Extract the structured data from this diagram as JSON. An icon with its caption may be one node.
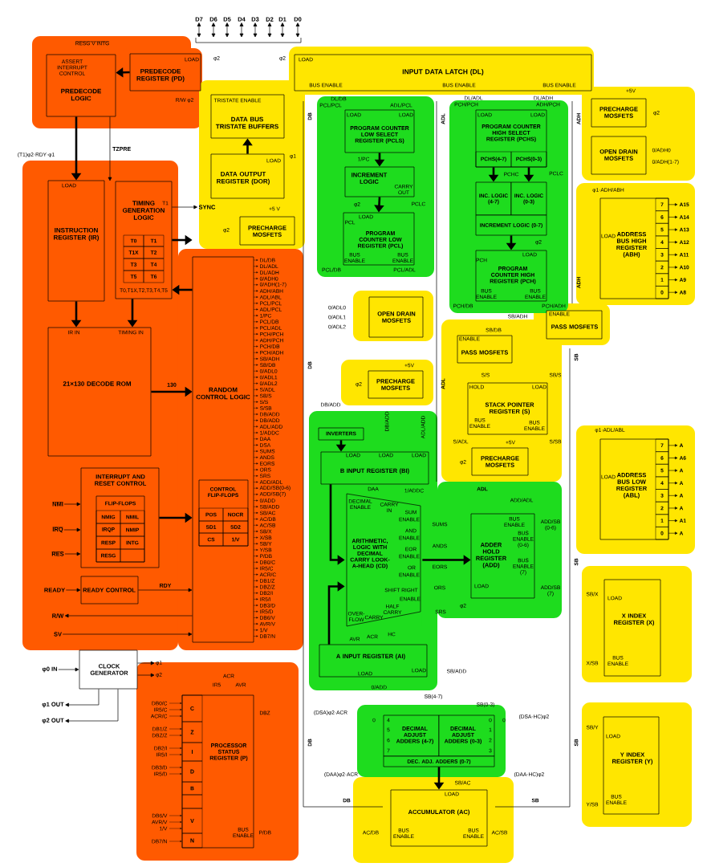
{
  "diagram": {
    "nodes": [
      {
        "text": [
          "ASSERT INTERRUPT CONTROL",
          "PREDECODE LOGIC"
        ]
      },
      {
        "text": [
          "LOAD",
          "PREDECODE REGISTER (PD)"
        ]
      },
      {
        "text": [
          "LOAD",
          "INPUT DATA LATCH (DL)",
          "BUS ENABLE",
          "BUS ENABLE",
          "BUS ENABLE"
        ]
      },
      {
        "text": [
          "TRISTATE ENABLE",
          "DATA BUS TRISTATE BUFFERS"
        ]
      },
      {
        "text": [
          "LOAD",
          "DATA OUTPUT REGISTER (DOR)"
        ]
      },
      {
        "text": [
          "PRECHARGE MOSFETS"
        ]
      },
      {
        "text": [
          "LOAD",
          "INSTRUCTION REGISTER (IR)"
        ]
      },
      {
        "text": [
          "TIMING GENERATION LOGIC",
          "T0",
          "T1",
          "T1X",
          "T2",
          "T3",
          "T4",
          "T5",
          "T6"
        ]
      },
      {
        "text": [
          "IR IN",
          "TIMING IN",
          "21×130 DECODE ROM"
        ]
      },
      {
        "text": [
          "RANDOM CONTROL LOGIC"
        ]
      },
      {
        "text": [
          "CONTROL FLIP-FLOPS",
          "POS",
          "NOCR",
          "SD1",
          "SD2",
          "CS",
          "1/V"
        ],
        "in": 9
      },
      {
        "text": [
          "INTERRUPT AND RESET CONTROL"
        ]
      },
      {
        "text": [
          "FLIP-FLOPS",
          "NMIG",
          "NMIL",
          "IRQP",
          "NMIP",
          "RESP",
          "INTG",
          "RESG"
        ],
        "in": 11
      },
      {
        "text": [
          "READY CONTROL"
        ]
      },
      {
        "text": [
          "CLOCK GENERATOR"
        ]
      },
      {
        "text": [
          "PROCESSOR STATUS REGISTER (P)",
          "C",
          "Z",
          "I",
          "D",
          "B",
          "V",
          "N",
          "BUS ENABLE"
        ]
      },
      {
        "text": [
          "LOAD",
          "LOAD",
          "PROGRAM COUNTER LOW SELECT REGISTER (PCLS)"
        ]
      },
      {
        "text": [
          "INCREMENT LOGIC",
          "CARRY OUT"
        ]
      },
      {
        "text": [
          "LOAD",
          "PCL",
          "PROGRAM COUNTER LOW REGISTER (PCL)",
          "BUS ENABLE",
          "BUS ENABLE"
        ]
      },
      {
        "text": [
          "LOAD",
          "LOAD",
          "PROGRAM COUNTER HIGH SELECT REGISTER (PCHS)",
          "PCHS(4-7)",
          "PCHS(0-3)"
        ]
      },
      {
        "text": [
          "INC. LOGIC (4-7)"
        ]
      },
      {
        "text": [
          "INC. LOGIC (0-3)"
        ]
      },
      {
        "text": [
          "INCREMENT LOGIC (0-7)"
        ]
      },
      {
        "text": [
          "LOAD",
          "PCH",
          "PROGRAM COUNTER HIGH REGISTER (PCH)",
          "BUS ENABLE",
          "BUS ENABLE"
        ]
      },
      {
        "text": [
          "PRECHARGE MOSFETS"
        ]
      },
      {
        "text": [
          "OPEN DRAIN MOSFETS"
        ]
      },
      {
        "text": [
          "LOAD",
          "ADDRESS BUS HIGH REGISTER (ABH)",
          "7",
          "6",
          "5",
          "4",
          "3",
          "2",
          "1",
          "0"
        ]
      },
      {
        "text": [
          "OPEN DRAIN MOSFETS"
        ]
      },
      {
        "text": [
          "ENABLE",
          "PASS MOSFETS"
        ]
      },
      {
        "text": [
          "ENABLE",
          "PASS MOSFETS"
        ]
      },
      {
        "text": [
          "PRECHARGE MOSFETS"
        ]
      },
      {
        "text": [
          "HOLD",
          "LOAD",
          "STACK POINTER REGISTER (S)",
          "BUS ENABLE",
          "BUS ENABLE"
        ]
      },
      {
        "text": [
          "INVERTERS"
        ]
      },
      {
        "text": [
          "LOAD",
          "LOAD",
          "LOAD",
          "B INPUT REGISTER (BI)"
        ]
      },
      {
        "text": [
          "DECIMAL ENABLE",
          "CARRY IN",
          "ARITHMETIC, LOGIC WITH DECIMAL CARRY LOOK-A-HEAD (CD)",
          "SUM",
          "ENABLE",
          "AND",
          "ENABLE",
          "EOR",
          "ENABLE",
          "OR",
          "ENABLE",
          "SHIFT RIGHT",
          "ENABLE",
          "OVER-FLOW",
          "CARRY",
          "HALF CARRY"
        ]
      },
      {
        "text": [
          "PRECHARGE MOSFETS"
        ]
      },
      {
        "text": [
          "LOAD",
          "ADDRESS BUS LOW REGISTER (ABL)",
          "7",
          "6",
          "5",
          "4",
          "3",
          "2",
          "1",
          "0"
        ]
      },
      {
        "text": [
          "BUS ENABLE",
          "ADDER HOLD REGISTER (ADD)",
          "BUS ENABLE (0-6)",
          "BUS ENABLE (7)",
          "LOAD"
        ]
      },
      {
        "text": [
          "A INPUT REGISTER (AI)",
          "LOAD",
          "LOAD"
        ]
      },
      {
        "text": [
          "LOAD",
          "X INDEX REGISTER (X)",
          "BUS ENABLE"
        ]
      },
      {
        "text": [
          "4",
          "5",
          "6",
          "7",
          "DECIMAL ADJUST ADDERS (4-7)"
        ]
      },
      {
        "text": [
          "DECIMAL ADJUST ADDERS (0-3)",
          "0",
          "1",
          "2",
          "3"
        ]
      },
      {
        "text": [
          "DEC. ADJ. ADDERS (0-7)"
        ]
      },
      {
        "text": [
          "LOAD",
          "Y INDEX REGISTER (Y)",
          "BUS ENABLE"
        ]
      },
      {
        "text": [
          "LOAD",
          "ACCUMULATOR (AC)",
          "BUS ENABLE",
          "BUS ENABLE"
        ]
      },
      {
        "text": [
          "NMI"
        ]
      },
      {
        "text": [
          "IRQ"
        ]
      },
      {
        "text": [
          "RES"
        ]
      },
      {
        "text": [
          "READY"
        ]
      },
      {
        "text": [
          "R/W"
        ]
      },
      {
        "text": [
          "SV"
        ]
      },
      {
        "text": [
          "φ0 IN"
        ]
      },
      {
        "text": [
          "φ1 OUT"
        ]
      },
      {
        "text": [
          "φ2 OUT"
        ]
      },
      {
        "text": [
          "SYNC"
        ]
      },
      {
        "text": [
          "D7"
        ]
      },
      {
        "text": [
          "D6"
        ]
      },
      {
        "text": [
          "D5"
        ]
      },
      {
        "text": [
          "D4"
        ]
      },
      {
        "text": [
          "D3"
        ]
      },
      {
        "text": [
          "D2"
        ]
      },
      {
        "text": [
          "D1"
        ]
      },
      {
        "text": [
          "D0"
        ]
      },
      {
        "text": [
          "φ1"
        ]
      },
      {
        "text": [
          "φ2"
        ]
      },
      {
        "text": [],
        "shape": "bar"
      }
    ],
    "edges": [
      {
        "from": 1,
        "to": 0,
        "arrow": "to",
        "style": "thick"
      },
      {
        "from": 0,
        "to": 6,
        "arrow": "to",
        "style": "thick"
      },
      {
        "from": 0,
        "to": 7,
        "arrow": "to",
        "label": "TZPRE"
      },
      {
        "from": 6,
        "to": 8,
        "arrow": "to",
        "style": "thick"
      },
      {
        "from": 7,
        "to": 8,
        "arrow": "to",
        "style": "thick"
      },
      {
        "from": 7,
        "to": 9,
        "arrow": "to",
        "style": "thick"
      },
      {
        "from": 9,
        "to": 7,
        "arrow": "to",
        "style": "thick"
      },
      {
        "from": 8,
        "to": 9,
        "arrow": "to",
        "style": "thick",
        "label": "130"
      },
      {
        "from": 11,
        "to": 9,
        "arrow": "to",
        "style": "thick"
      },
      {
        "from": 13,
        "to": 9,
        "arrow": "to",
        "label": "RDY"
      },
      {
        "from": 4,
        "to": 3,
        "arrow": "to",
        "style": "thick"
      },
      {
        "from": 16,
        "to": 17,
        "arrow": "to",
        "style": "thick"
      },
      {
        "from": 17,
        "to": 18,
        "arrow": "to",
        "style": "thick"
      },
      {
        "from": 19,
        "to": 20,
        "arrow": "to",
        "style": "thick"
      },
      {
        "from": 19,
        "to": 21,
        "arrow": "to",
        "style": "thick"
      },
      {
        "from": 22,
        "to": 23,
        "arrow": "to",
        "style": "thick"
      },
      {
        "from": 32,
        "to": 33,
        "arrow": "to",
        "style": "thick"
      },
      {
        "from": 33,
        "to": 34,
        "arrow": "to",
        "style": "thick"
      },
      {
        "from": 38,
        "to": 34,
        "arrow": "to",
        "style": "thick"
      },
      {
        "from": 34,
        "to": 37,
        "arrow": "to",
        "style": "thick"
      },
      {
        "from": 42,
        "to": 44,
        "arrow": "to",
        "style": "thick"
      },
      {
        "from": 45,
        "to": 11,
        "arrow": "to"
      },
      {
        "from": 46,
        "to": 11,
        "arrow": "to"
      },
      {
        "from": 47,
        "to": 11,
        "arrow": "to"
      },
      {
        "from": 48,
        "to": 13,
        "arrow": "to"
      },
      {
        "from": 9,
        "to": 49,
        "arrow": "to"
      },
      {
        "from": 50,
        "to": 9,
        "arrow": "to"
      },
      {
        "from": 51,
        "to": 14,
        "arrow": "to"
      },
      {
        "from": 14,
        "to": 52,
        "arrow": "to"
      },
      {
        "from": 14,
        "to": 53,
        "arrow": "to"
      },
      {
        "from": 7,
        "to": 54,
        "arrow": "to"
      },
      {
        "from": 65,
        "to": 55,
        "arrow": "both"
      },
      {
        "from": 65,
        "to": 56,
        "arrow": "both"
      },
      {
        "from": 65,
        "to": 57,
        "arrow": "both"
      },
      {
        "from": 65,
        "to": 58,
        "arrow": "both"
      },
      {
        "from": 65,
        "to": 59,
        "arrow": "both"
      },
      {
        "from": 65,
        "to": 60,
        "arrow": "both"
      },
      {
        "from": 65,
        "to": 61,
        "arrow": "both"
      },
      {
        "from": 65,
        "to": 62,
        "arrow": "both"
      },
      {
        "from": 14,
        "to": 63,
        "arrow": "to"
      },
      {
        "from": 14,
        "to": 64,
        "arrow": "to"
      }
    ],
    "labels": [
      "RESG V INTG",
      "φ2",
      "φ2",
      "R/W φ2",
      "(T1)φ2·RDY·φ1",
      "T1",
      "φ1",
      "+5 V",
      "φ2",
      "T0,T1X,T2,T3,T4,T5",
      "DL/DB",
      "DL/ADL",
      "DL/ADH",
      "0/ADH0",
      "0/ADH(1-7)",
      "ADH/ABH",
      "ADL/ABL",
      "PCL/PCL",
      "ADL/PCL",
      "1/PC",
      "PCL/DB",
      "PCL/ADL",
      "PCH/PCH",
      "ADH/PCH",
      "PCH/DB",
      "PCH/ADH",
      "SB/ADH",
      "SB/DB",
      "0/ADL0",
      "0/ADL1",
      "0/ADL2",
      "S/ADL",
      "SB/S",
      "S/S",
      "S/SB",
      "DB/ADD",
      "DB/ADD",
      "ADL/ADD",
      "1/ADDC",
      "DAA",
      "DSA",
      "SUMS",
      "ANDS",
      "EORS",
      "ORS",
      "SRS",
      "ADD/ADL",
      "ADD/SB(0-6)",
      "ADD/SB(7)",
      "0/ADD",
      "SB/ADD",
      "SB/AC",
      "AC/DB",
      "AC/SB",
      "SB/X",
      "X/SB",
      "SB/Y",
      "Y/SB",
      "P/DB",
      "DB0/C",
      "IR5/C",
      "ACR/C",
      "DB1/Z",
      "DBZ/Z",
      "DB2/I",
      "IR5/I",
      "DB3/D",
      "IR5/D",
      "DB6/V",
      "AVR/V",
      "1/V",
      "DB7/N",
      "DB",
      "DB",
      "DB",
      "DB",
      "ADL",
      "ADL",
      "ADL",
      "ADH",
      "ADH",
      "SB",
      "SB",
      "SB",
      "SB",
      "DL/DB",
      "PCL/PCL",
      "ADL/PCL",
      "1/PC",
      "φ2",
      "PCLC",
      "PCL/DB",
      "PCL/ADL",
      "DL/ADL",
      "PCH/PCH",
      "DL/ADH",
      "ADH/PCH",
      "PCHC",
      "PCLC",
      "φ2",
      "PCH/DB",
      "PCH/ADH",
      "SB/ADH",
      "+5V",
      "φ2",
      "0/ADH0",
      "0/ADH(1-7)",
      "φ1·ADH/ABH",
      "A15",
      "A14",
      "A13",
      "A12",
      "A11",
      "A10",
      "A9",
      "A8",
      "0/ADL0",
      "0/ADL1",
      "0/ADL2",
      "SB/DB",
      "S/S",
      "SB/S",
      "S/ADL",
      "+5V",
      "S/SB",
      "φ2",
      "+5V",
      "φ2",
      "DB/ADD",
      "DB/ADD",
      "ADL/ADD",
      "DAA",
      "1/ADDC",
      "SUMS",
      "ANDS",
      "EORS",
      "ORS",
      "SRS",
      "AVR",
      "ACR",
      "HC",
      "φ2",
      "ADD/ADL",
      "ADD/SB (0-6)",
      "ADD/SB (7)",
      "φ1·ADL/ABL",
      "A",
      "A6",
      "A",
      "A",
      "A",
      "A",
      "A1",
      "A",
      "SB/ADD",
      "0/ADD",
      "SB/X",
      "X/SB",
      "SB/Y",
      "Y/SB",
      "SB(4-7)",
      "SB(0-3)",
      "(DSA)φ2·ACR",
      "(DSA·HC)φ2",
      "(DAA)φ2·ACR",
      "(DAA·HC)φ2",
      "SB/AC",
      "AC/DB",
      "AC/SB",
      "0",
      "0",
      "ACR",
      "IR5",
      "AVR",
      "DB0/C",
      "IR5/C",
      "ACR/C",
      "DB1/Z",
      "DBZ/Z",
      "DB2/I",
      "IR5/I",
      "DB3/D",
      "IR5/D",
      "DB6/V",
      "AVR/V",
      "1/V",
      "DB7/N",
      "DBZ",
      "P/DB"
    ]
  }
}
